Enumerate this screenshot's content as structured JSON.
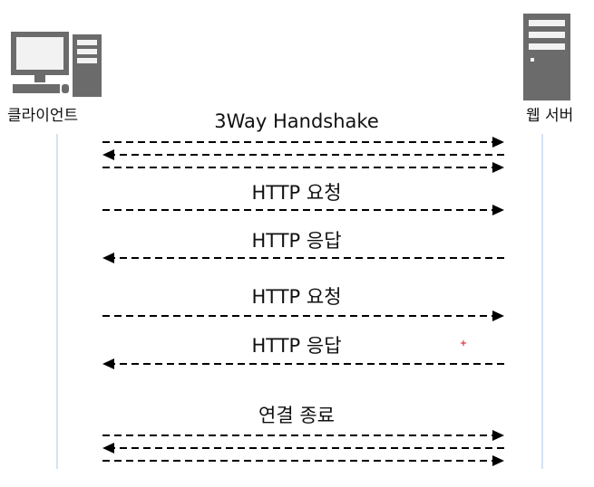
{
  "actors": {
    "client": {
      "label": "클라이언트"
    },
    "server": {
      "label": "웹 서버"
    }
  },
  "colors": {
    "icon_gray": "#6b6b6b",
    "icon_light": "#f2f2f2",
    "lifeline": "#a8c4e4",
    "arrow": "#000000",
    "marker": "#e8323c"
  },
  "messages": [
    {
      "label": "3Way Handshake"
    },
    {
      "label": "HTTP 요청"
    },
    {
      "label": "HTTP 응답"
    },
    {
      "label": "HTTP 요청"
    },
    {
      "label": "HTTP 응답"
    },
    {
      "label": "연결 종료"
    }
  ]
}
